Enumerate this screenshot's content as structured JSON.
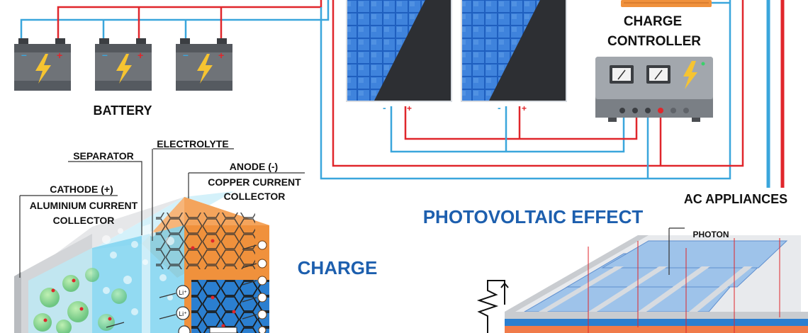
{
  "labels": {
    "battery": "BATTERY",
    "charge_controller_line1": "CHARGE",
    "charge_controller_line2": "CONTROLLER",
    "ac_appliances": "AC APPLIANCES",
    "photovoltaic_effect": "PHOTOVOLTAIC  EFFECT",
    "photon": "PHOTON",
    "charge": "CHARGE",
    "separator": "SEPARATOR",
    "electrolyte": "ELECTROLYTE",
    "anode": "ANODE (-)",
    "copper_collector_line1": "COPPER CURRENT",
    "copper_collector_line2": "COLLECTOR",
    "cathode": "CATHODE (+)",
    "aluminium_collector_line1": "ALUMINIUM CURRENT",
    "aluminium_collector_line2": "COLLECTOR",
    "terminal_minus": "-",
    "terminal_plus": "+",
    "ion": "Li⁺"
  },
  "colors": {
    "wire_red": "#e0262b",
    "wire_blue": "#3aa6dc",
    "title_blue": "#1d5fae",
    "panel_blue": "#1f5fbf",
    "battery_body": "#6f7378",
    "bolt_yellow": "#f6c431",
    "copper_orange": "#f0913c",
    "electrolyte_cyan": "#7fd4f0"
  }
}
